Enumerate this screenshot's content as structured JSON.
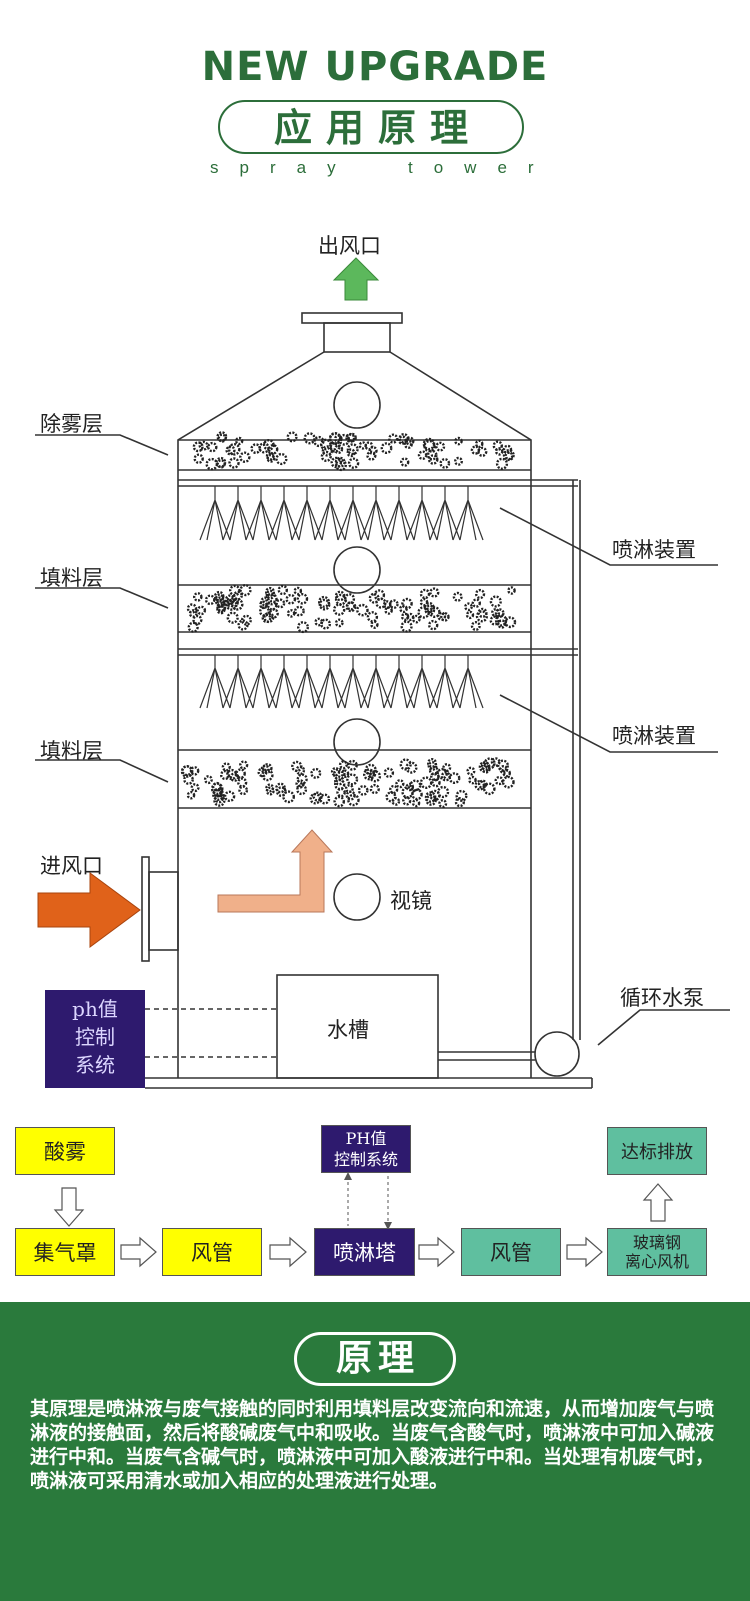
{
  "header": {
    "title": "NEW UPGRADE",
    "subtitle": "应用原理",
    "tagline_left": "spray",
    "tagline_right": "tower"
  },
  "diagram": {
    "outlet": "出风口",
    "demister_layer": "除雾层",
    "packing_layer_1": "填料层",
    "packing_layer_2": "填料层",
    "spray_device_1": "喷淋装置",
    "spray_device_2": "喷淋装置",
    "inlet": "进风口",
    "sight_glass": "视镜",
    "water_tank": "水槽",
    "circulation_pump": "循环水泵",
    "ph_control": [
      "ph值",
      "控制",
      "系统"
    ]
  },
  "flow": {
    "acid_mist": "酸雾",
    "hood": "集气罩",
    "duct_1": "风管",
    "spray_tower": "喷淋塔",
    "duct_2": "风管",
    "fan": [
      "玻璃钢",
      "离心风机"
    ],
    "discharge": "达标排放",
    "ph_control": [
      "PH值",
      "控制系统"
    ]
  },
  "principle": {
    "title": "原理",
    "text": "其原理是喷淋液与废气接触的同时利用填料层改变流向和流速，从而增加废气与喷淋液的接触面，然后将酸碱废气中和吸收。当废气含酸气时，喷淋液中可加入碱液进行中和。当废气含碱气时，喷淋液中可加入酸液进行中和。当处理有机废气时，喷淋液可采用清水或加入相应的处理液进行处理。"
  },
  "colors": {
    "brand_green": "#2c6e3a",
    "footer_green": "#2a7a3c",
    "outlet_arrow": "#5cb85c",
    "inlet_arrow": "#e0621a",
    "flow_arrow": "#f0b08a",
    "yellow_box": "#ffff00",
    "purple_box": "#2e1a6e",
    "teal_box": "#5fbf9f"
  }
}
